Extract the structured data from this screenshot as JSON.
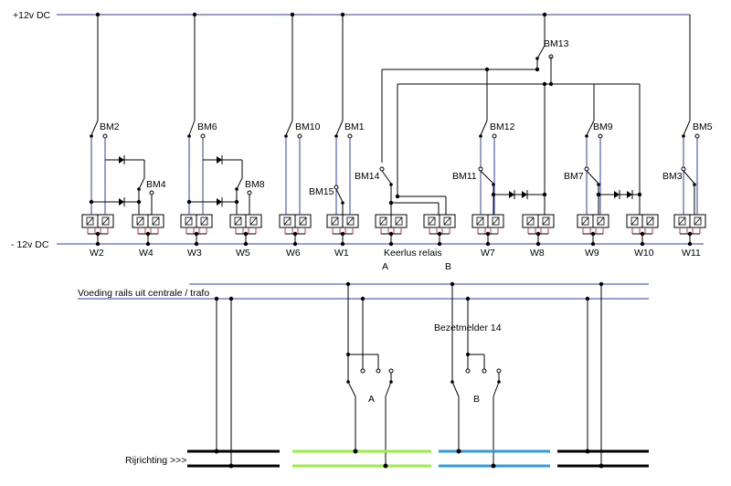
{
  "rails": {
    "positive_label": "+12v DC",
    "negative_label": "- 12v DC"
  },
  "switch_labels": [
    "BM2",
    "BM4",
    "BM6",
    "BM8",
    "BM10",
    "BM1",
    "BM15",
    "BM14",
    "BM13",
    "BM12",
    "BM11",
    "BM9",
    "BM7",
    "BM5",
    "BM3"
  ],
  "relays": [
    {
      "label": "W2"
    },
    {
      "label": "W4"
    },
    {
      "label": "W3"
    },
    {
      "label": "W5"
    },
    {
      "label": "W6"
    },
    {
      "label": "W1"
    },
    {
      "label": "Keerlus relais"
    },
    {
      "label": "W7"
    },
    {
      "label": "W8"
    },
    {
      "label": "W9"
    },
    {
      "label": "W10"
    },
    {
      "label": "W11"
    }
  ],
  "keerlus_sub": {
    "a": "A",
    "b": "B"
  },
  "lower": {
    "supply_label": "Voeding rails uit centrale / trafo",
    "detector_label": "Bezetmelder 14",
    "contact_a": "A",
    "contact_b": "B",
    "direction_label": "Rijrichting >>>",
    "colors": {
      "track_black": "#000000",
      "track_green": "#99ee44",
      "track_blue": "#3399dd",
      "wire_blue": "#2f3fb0"
    }
  }
}
